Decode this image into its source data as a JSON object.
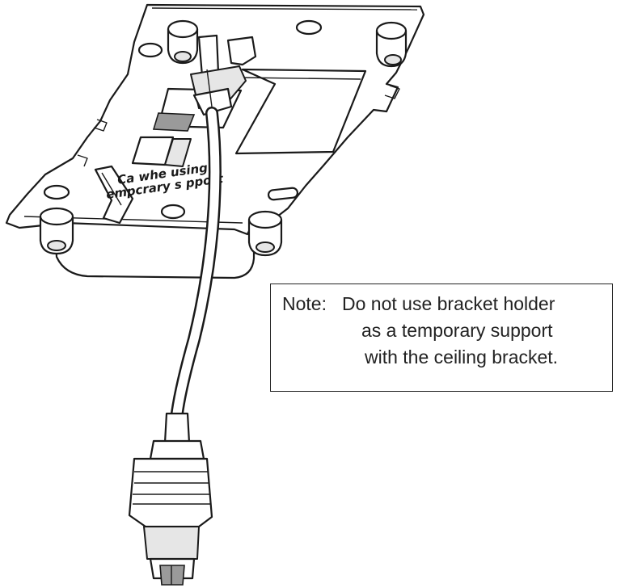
{
  "plate": {
    "label_line1": "Ca      whe  using",
    "label_line2": "empcrary  s  pport"
  },
  "note": {
    "label": "Note:",
    "lines": [
      "Do not use bracket holder",
      "as a temporary support",
      "with the ceiling bracket."
    ]
  }
}
